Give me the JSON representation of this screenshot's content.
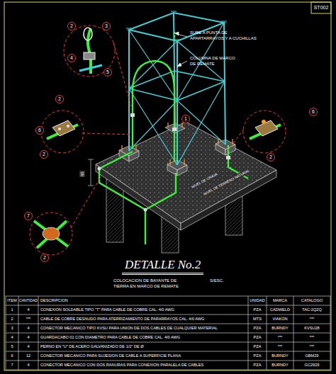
{
  "diagram": {
    "title": "DETALLE No.2",
    "labels": [
      "ST002",
      "2",
      "3",
      "4",
      "5",
      "2",
      "6",
      "2",
      "6",
      "2",
      "7",
      "2",
      "1",
      "SUBE A PUNTA DE APARTARRAYOS Y A CUCHILLAS",
      "COLUMNA DE MARCO DE REMATE",
      "60",
      "NIVEL DE GRAVA",
      "NIVEL DE TERRENO NATURAL",
      "COLOCACION DE BAYANTE DE TIERRA EN MARCO DE REMATE",
      "S/ESC.",
      "ITEM",
      "CANTIDAD",
      "DESCRIPCION",
      "UNIDAD",
      "MARCA",
      "CATALOGO",
      "1",
      "4",
      "CONEXION SOLDABLE TIPO \"T\" PARA CABLE DE COBRE CAL. 4/0 AWG",
      "PZA",
      "CADWELD",
      "TAC-2Q2Q",
      "2",
      "***",
      "CABLE DE COBRE DESNUDO PARA ATERRIZAMIENTO DE PARARRAYOS CAL. 4/0 AWG",
      "MTS",
      "VIAKON",
      "***",
      "3",
      "4",
      "CONECTOR MECANICO TIPO KVSU PARA UNION DE DOS CABLES DE CUALQUIER MATERIAL",
      "PZA",
      "BURNDY",
      "KVSU28",
      "4",
      "4",
      "GUARDACABO 01 CON DIAMETRO PARA CABLE DE COBRE CAL. 4/0 AWG",
      "PZA",
      "***",
      "***",
      "5",
      "4",
      "PERNO EN \"U\" DE ACERO GALVANIZADO DE 1/2\" DE Ø",
      "PZA",
      "***",
      "***",
      "6",
      "12",
      "CONECTOR MECANICO PARA SUJESION DE CABLE A SUPERFICIE PLANA",
      "PZA",
      "BURNDY",
      "GBM29",
      "7",
      "4",
      "CONECTOR MECANICO CON DOS RANURAS PARA CONEXION PARALELA DE CABLES",
      "PZA",
      "BURNDY",
      "GC2929"
    ]
  }
}
